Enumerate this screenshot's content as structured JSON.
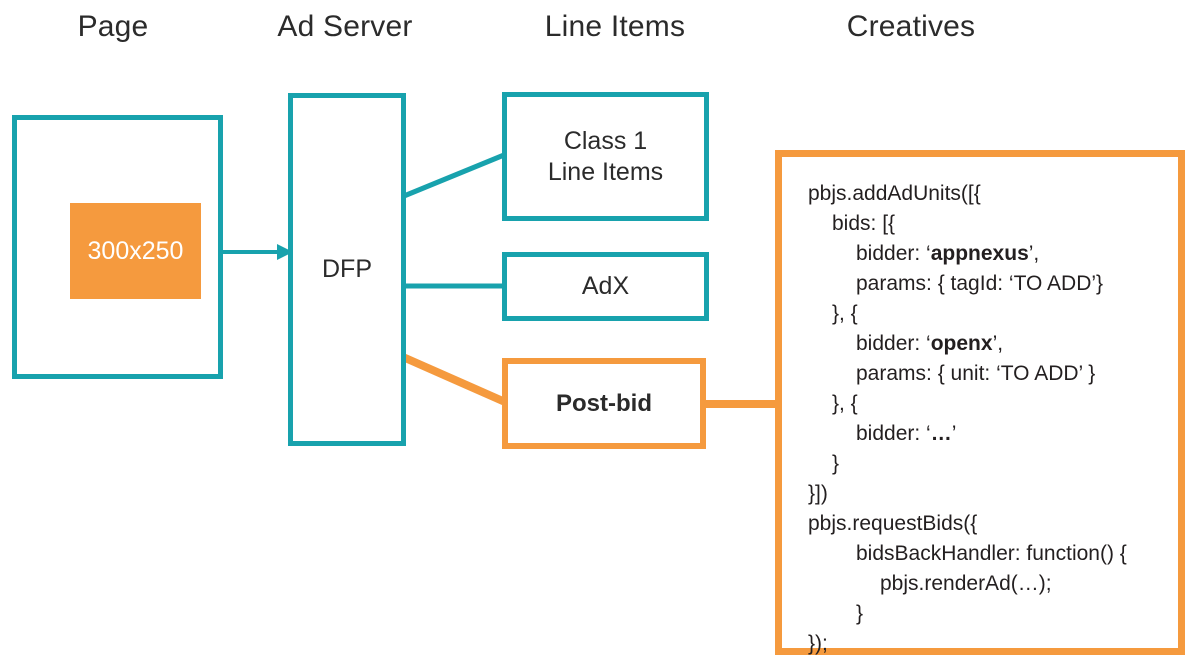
{
  "theme": {
    "teal": "#18A2AD",
    "orange": "#F59A3E",
    "text": "#2b2b2b",
    "code_text": "#231f20",
    "background": "#ffffff"
  },
  "headers": [
    {
      "id": "page",
      "label": "Page"
    },
    {
      "id": "ad-server",
      "label": "Ad Server"
    },
    {
      "id": "line-items",
      "label": "Line Items"
    },
    {
      "id": "creatives",
      "label": "Creatives"
    }
  ],
  "nodes": {
    "ad_slot": {
      "label": "300x250"
    },
    "dfp": {
      "label": "DFP"
    },
    "class1": {
      "line1": "Class 1",
      "line2": "Line Items"
    },
    "adx": {
      "label": "AdX"
    },
    "postbid": {
      "label": "Post-bid"
    }
  },
  "code": {
    "lines": [
      {
        "indent": 0,
        "segments": [
          {
            "text": "pbjs.addAdUnits([{",
            "bold": false
          }
        ]
      },
      {
        "indent": 1,
        "segments": [
          {
            "text": "bids: [{",
            "bold": false
          }
        ]
      },
      {
        "indent": 2,
        "segments": [
          {
            "text": "bidder: ‘",
            "bold": false
          },
          {
            "text": "appnexus",
            "bold": true
          },
          {
            "text": "’,",
            "bold": false
          }
        ]
      },
      {
        "indent": 2,
        "segments": [
          {
            "text": "params: { tagId: ‘TO ADD’}",
            "bold": false
          }
        ]
      },
      {
        "indent": 1,
        "segments": [
          {
            "text": "}, {",
            "bold": false
          }
        ]
      },
      {
        "indent": 2,
        "segments": [
          {
            "text": "bidder: ‘",
            "bold": false
          },
          {
            "text": "openx",
            "bold": true
          },
          {
            "text": "’,",
            "bold": false
          }
        ]
      },
      {
        "indent": 2,
        "segments": [
          {
            "text": "params: { unit: ‘TO ADD’ }",
            "bold": false
          }
        ]
      },
      {
        "indent": 1,
        "segments": [
          {
            "text": "}, {",
            "bold": false
          }
        ]
      },
      {
        "indent": 2,
        "segments": [
          {
            "text": "bidder: ‘",
            "bold": false
          },
          {
            "text": "…",
            "bold": true
          },
          {
            "text": "’",
            "bold": false
          }
        ]
      },
      {
        "indent": 1,
        "segments": [
          {
            "text": "}",
            "bold": false
          }
        ]
      },
      {
        "indent": 0,
        "segments": [
          {
            "text": "}])",
            "bold": false
          }
        ]
      },
      {
        "indent": 0,
        "segments": [
          {
            "text": "pbjs.requestBids({",
            "bold": false
          }
        ]
      },
      {
        "indent": 2,
        "segments": [
          {
            "text": "bidsBackHandler: function() {",
            "bold": false
          }
        ]
      },
      {
        "indent": 3,
        "segments": [
          {
            "text": "pbjs.renderAd(…);",
            "bold": false
          }
        ]
      },
      {
        "indent": 2,
        "segments": [
          {
            "text": "}",
            "bold": false
          }
        ]
      },
      {
        "indent": 0,
        "segments": [
          {
            "text": "});",
            "bold": false
          }
        ]
      }
    ]
  },
  "connectors": [
    {
      "name": "ad-slot-to-dfp-arrow",
      "color": "#18A2AD"
    },
    {
      "name": "dfp-to-class1-line",
      "color": "#18A2AD"
    },
    {
      "name": "dfp-to-adx-line",
      "color": "#18A2AD"
    },
    {
      "name": "dfp-to-postbid-line",
      "color": "#F59A3E"
    },
    {
      "name": "postbid-to-code-line",
      "color": "#F59A3E"
    }
  ]
}
